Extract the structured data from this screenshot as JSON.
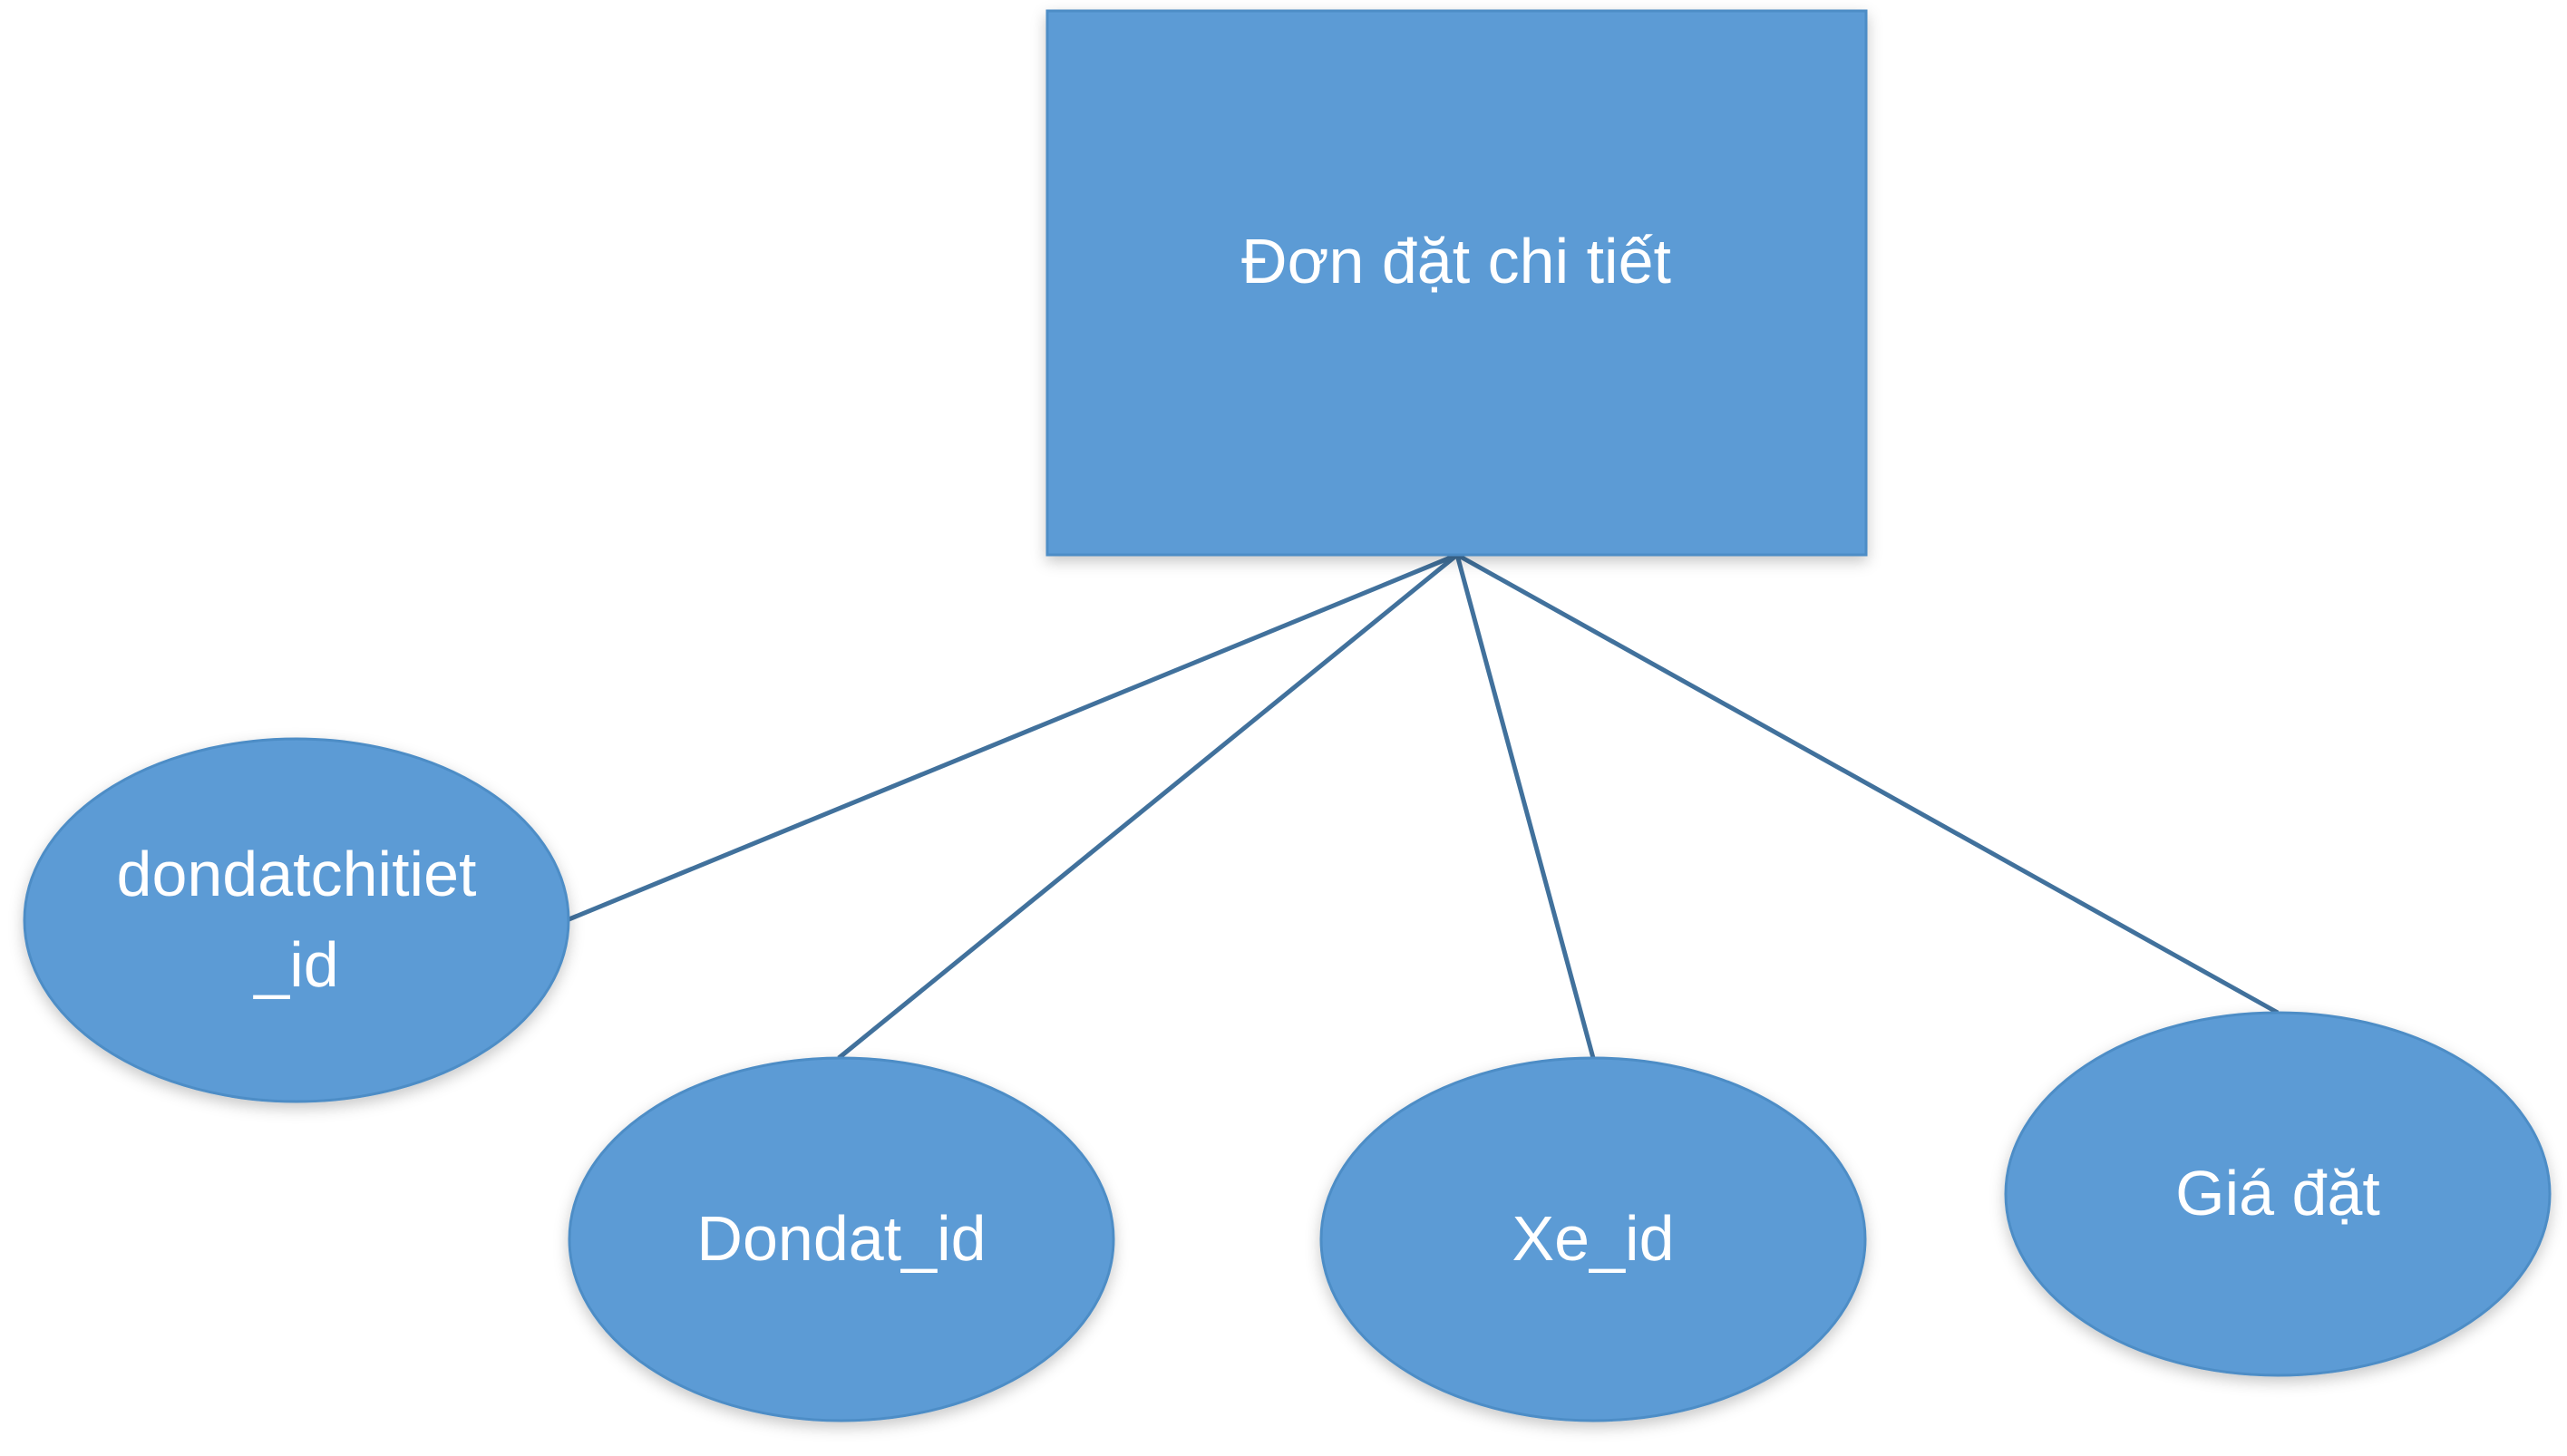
{
  "entity": {
    "label": "Đơn đặt chi tiết"
  },
  "attributes": [
    {
      "lines": [
        "dondatchitiet",
        "_id"
      ]
    },
    {
      "lines": [
        "Dondat_id"
      ]
    },
    {
      "lines": [
        "Xe_id"
      ]
    },
    {
      "lines": [
        "Giá đặt"
      ]
    }
  ],
  "colors": {
    "shape_fill": "#5B9BD5",
    "connector": "#41719C",
    "label": "#FFFFFF"
  }
}
